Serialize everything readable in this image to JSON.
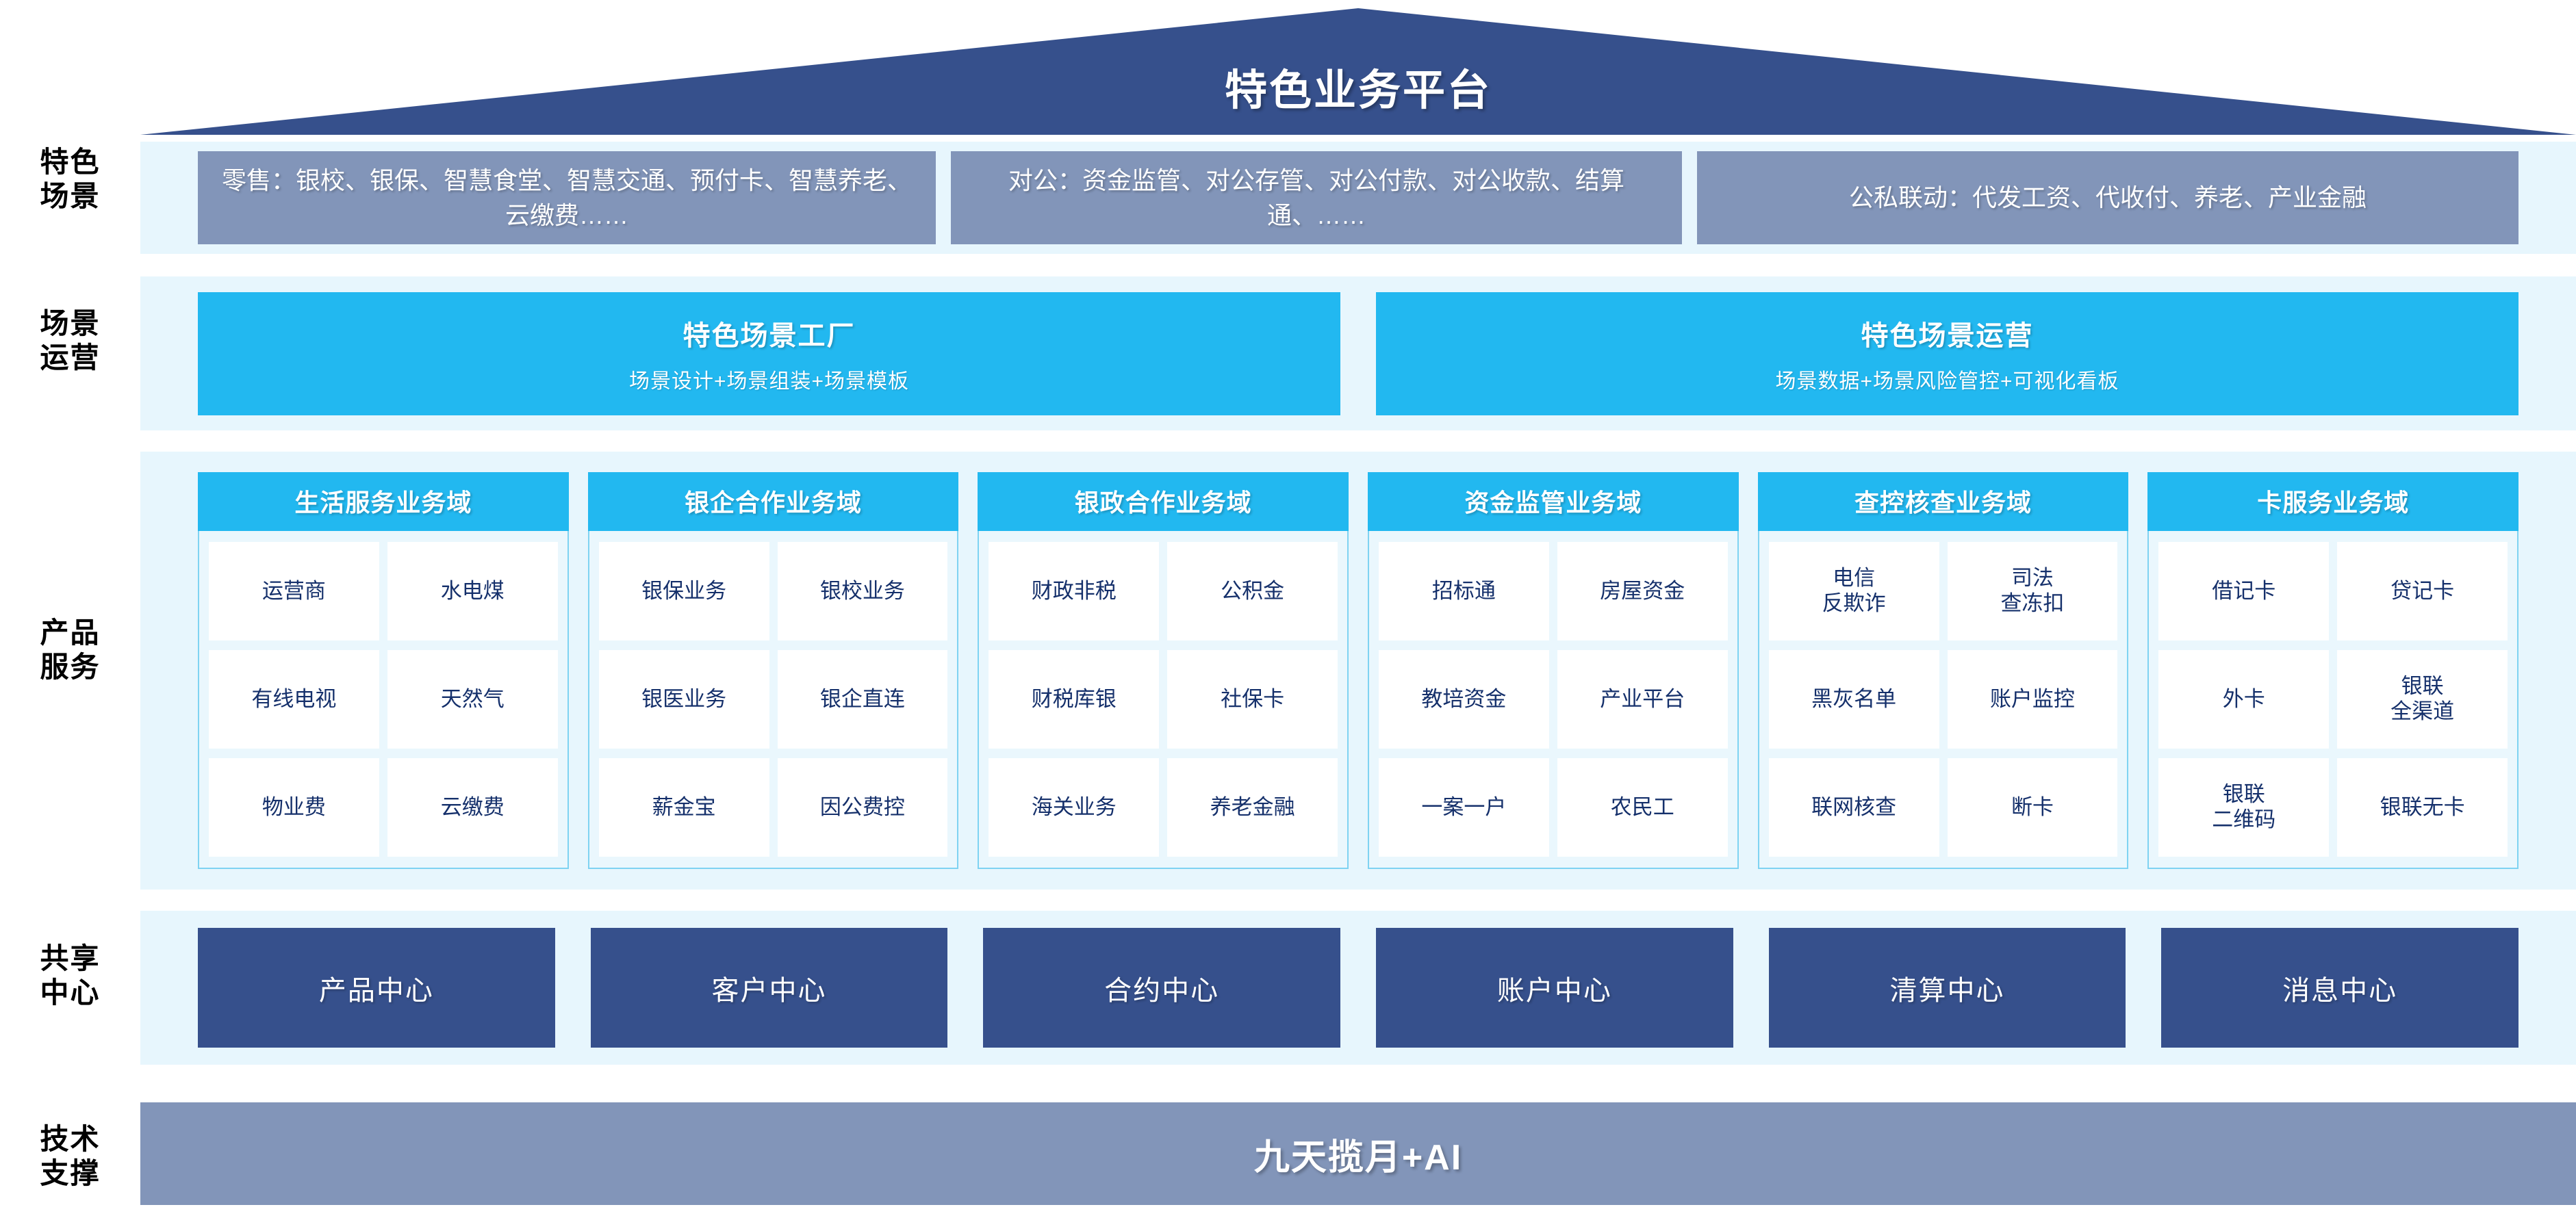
{
  "header": {
    "title": "特色业务平台"
  },
  "rows": {
    "scenarios": {
      "label": "特色\n场景",
      "boxes": [
        "零售：银校、银保、智慧食堂、智慧交通、预付卡、智慧养老、云缴费……",
        "对公：资金监管、对公存管、对公付款、对公收款、结算通、……",
        "公私联动：代发工资、代收付、养老、产业金融"
      ]
    },
    "operations": {
      "label": "场景\n运营",
      "boxes": [
        {
          "title": "特色场景工厂",
          "subtitle": "场景设计+场景组装+场景模板"
        },
        {
          "title": "特色场景运营",
          "subtitle": "场景数据+场景风险管控+可视化看板"
        }
      ]
    },
    "products": {
      "label": "产品\n服务",
      "domains": [
        {
          "title": "生活服务业务域",
          "items": [
            "运营商",
            "水电煤",
            "有线电视",
            "天然气",
            "物业费",
            "云缴费"
          ]
        },
        {
          "title": "银企合作业务域",
          "items": [
            "银保业务",
            "银校业务",
            "银医业务",
            "银企直连",
            "薪金宝",
            "因公费控"
          ]
        },
        {
          "title": "银政合作业务域",
          "items": [
            "财政非税",
            "公积金",
            "财税库银",
            "社保卡",
            "海关业务",
            "养老金融"
          ]
        },
        {
          "title": "资金监管业务域",
          "items": [
            "招标通",
            "房屋资金",
            "教培资金",
            "产业平台",
            "一案一户",
            "农民工"
          ]
        },
        {
          "title": "查控核查业务域",
          "items": [
            "电信\n反欺诈",
            "司法\n查冻扣",
            "黑灰名单",
            "账户监控",
            "联网核查",
            "断卡"
          ]
        },
        {
          "title": "卡服务业务域",
          "items": [
            "借记卡",
            "贷记卡",
            "外卡",
            "银联\n全渠道",
            "银联\n二维码",
            "银联无卡"
          ]
        }
      ]
    },
    "shared": {
      "label": "共享\n中心",
      "boxes": [
        "产品中心",
        "客户中心",
        "合约中心",
        "账户中心",
        "清算中心",
        "消息中心"
      ]
    },
    "tech": {
      "label": "技术\n支撑",
      "bar": "九天揽月+AI"
    }
  },
  "colors": {
    "roof": "#36508c",
    "scenario_box": "#8295b9",
    "accent_cyan": "#22b8f0",
    "band_bg": "#e7f6fd",
    "shared_box": "#36508c",
    "tech_bar": "#8295b9",
    "cell_text": "#15306b"
  }
}
